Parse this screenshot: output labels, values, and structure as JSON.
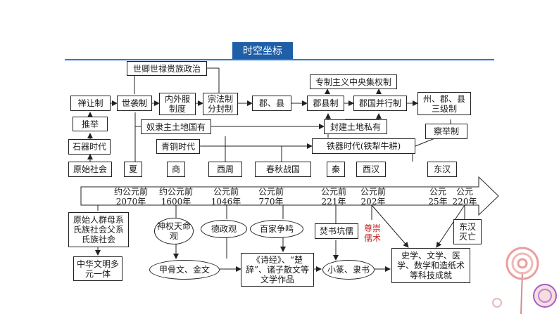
{
  "header": {
    "title": "时空坐标"
  },
  "nodes": {
    "shiqing": "世卿世禄贵族政治",
    "zhuanzhi": "专制主义中央集权制",
    "shanrang": "禅让制",
    "shixi": "世袭制",
    "neiwaifu": "内外服制度",
    "zongfa": "宗法制分封制",
    "junxian": "郡、县",
    "junxianzhi": "郡县制",
    "junguo": "郡国并行制",
    "zhoujun": "州、郡、县三级制",
    "tuiju": "推举",
    "nuli": "奴隶主土地国有",
    "fengjian": "封建土地私有",
    "chaju": "察举制",
    "shiqi": "石器时代",
    "qingtong": "青铜时代",
    "tieqi": "铁器时代(铁犁牛耕)",
    "yuanshi": "原始社会",
    "xia": "夏",
    "shang": "商",
    "xizhou": "西周",
    "chunqiu": "春秋战国",
    "qin": "秦",
    "xihan": "西汉",
    "donghan": "东汉",
    "yuanren": "原始人群母系氏族社会父系氏族社会",
    "shenquan": "神权天命观",
    "dezheng": "德政观",
    "baijia": "百家争鸣",
    "fenshu": "焚书坑儒",
    "zunchong": "尊崇儒术",
    "donghanmiewang": "东汉灭亡",
    "zhonghua": "中华文明多元一体",
    "jiagu": "甲骨文、金文",
    "shijing": "《诗经》、“楚辞”、诸子散文等文学作品",
    "xiaozhuan": "小篆、隶书",
    "shixue": "史学、文学、医学、数学和造纸术等科技成就"
  },
  "timeline": {
    "t2070": "约公元前2070年",
    "t1600": "约公元前1600年",
    "t1046": "公元前1046年",
    "t770": "公元前770年",
    "t221": "公元前221年",
    "t202": "公元前202年",
    "t25": "公元25年",
    "t220": "公元220年"
  },
  "colors": {
    "header": "#1f5fa8",
    "rule": "#2b7bd0",
    "line": "#222222"
  }
}
